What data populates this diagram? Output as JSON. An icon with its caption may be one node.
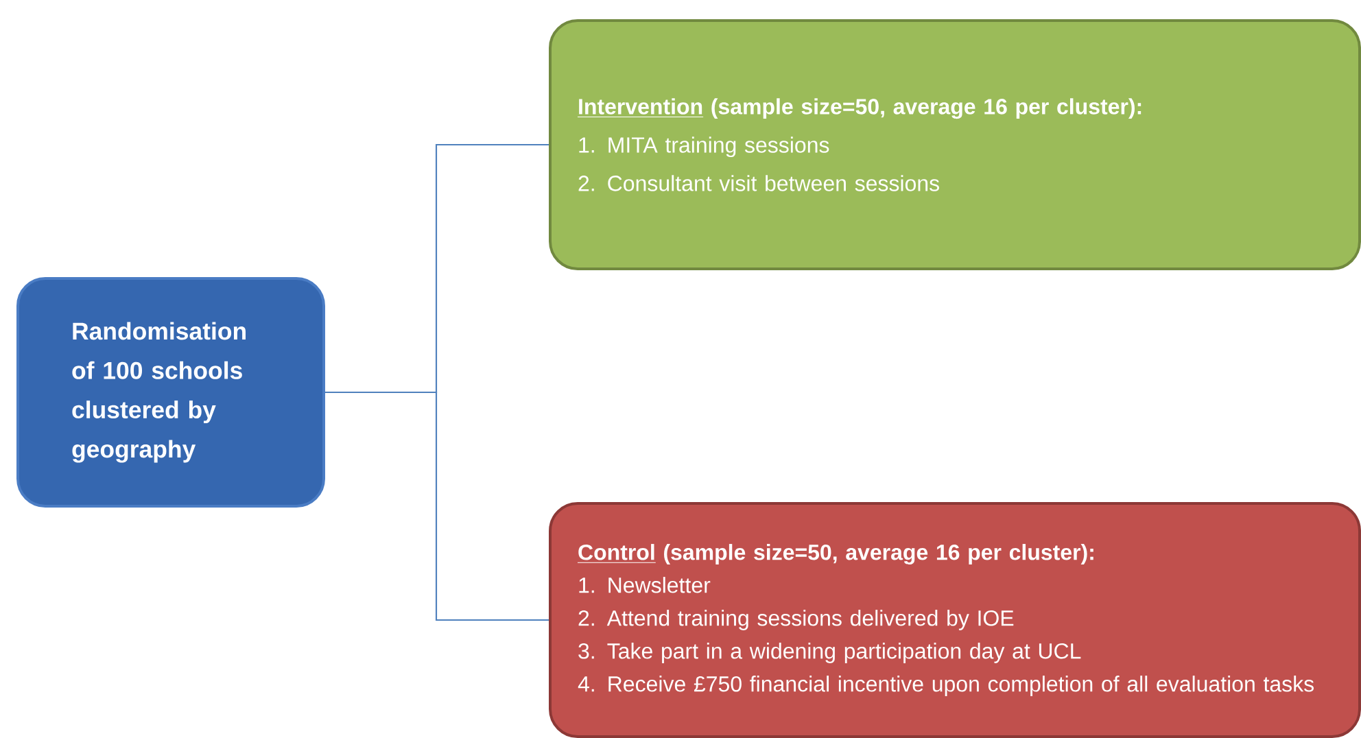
{
  "diagram": {
    "nodes": [
      {
        "text": [
          "Randomisation of 100 schools clustered by geography"
        ]
      },
      {
        "text": [
          "Intervention",
          "(sample size=50, average 16 per cluster):",
          "1. MITA training sessions",
          "2. Consultant visit between sessions"
        ]
      },
      {
        "text": [
          "Control",
          "(sample size=50, average 16 per cluster):",
          "1. Newsletter",
          "2. Attend training sessions delivered by IOE",
          "3. Take part in a widening participation day at UCL",
          "4. Receive £750 financial incentive upon completion of all evaluation tasks"
        ]
      }
    ],
    "edges": [
      {
        "from": 0,
        "to": 1,
        "arrow": "none"
      },
      {
        "from": 0,
        "to": 2,
        "arrow": "none"
      }
    ]
  }
}
